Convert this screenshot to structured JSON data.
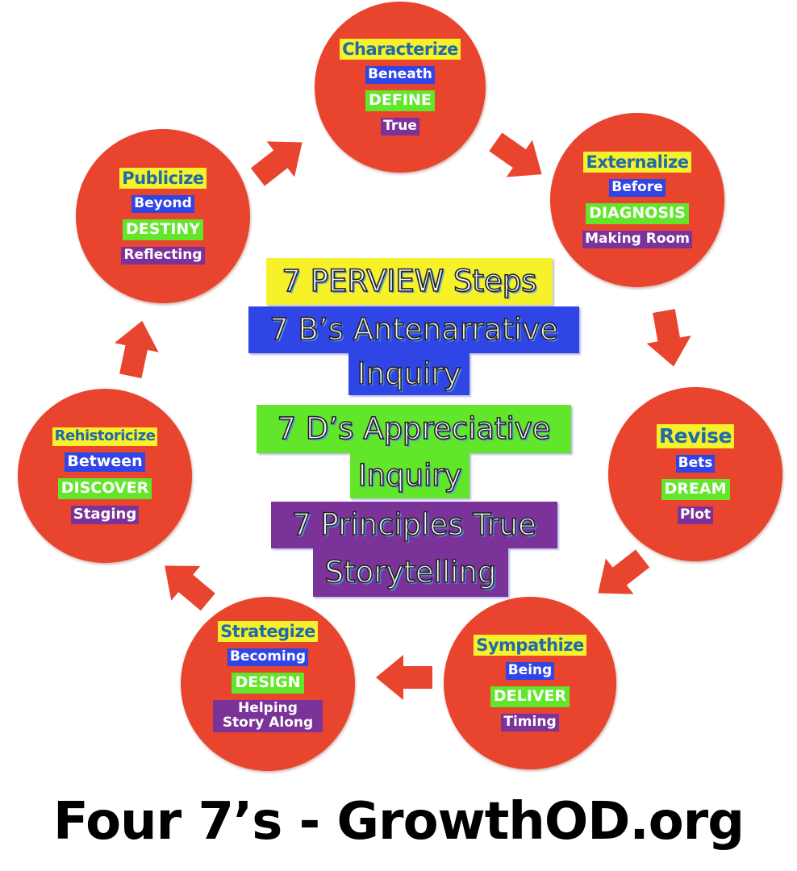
{
  "colors": {
    "circle": "#e8442e",
    "arrow": "#e8442e",
    "title_bg": "#f7f12a",
    "title_text": "#1f6aa8",
    "b_bg": "#2f45e6",
    "d_bg": "#62e62a",
    "p_bg": "#7b3399"
  },
  "nodes": [
    {
      "title": "Characterize",
      "b": "Beneath",
      "d": "DEFINE",
      "p": "True"
    },
    {
      "title": "Externalize",
      "b": "Before",
      "d": "DIAGNOSIS",
      "p": "Making Room"
    },
    {
      "title": "Revise",
      "b": "Bets",
      "d": "DREAM",
      "p": "Plot"
    },
    {
      "title": "Sympathize",
      "b": "Being",
      "d": "DELIVER",
      "p": "Timing"
    },
    {
      "title": "Strategize",
      "b": "Becoming",
      "d": "DESIGN",
      "p": "Helping Story Along"
    },
    {
      "title": "Rehistoricize",
      "b": "Between",
      "d": "DISCOVER",
      "p": "Staging"
    },
    {
      "title": "Publicize",
      "b": "Beyond",
      "d": "DESTINY",
      "p": "Reflecting"
    }
  ],
  "center": {
    "line1": "7 PERVIEW Steps",
    "line2a": "7 B’s Antenarrative",
    "line2b": "Inquiry",
    "line3a": "7 D’s Appreciative",
    "line3b": "Inquiry",
    "line4a": "7 Principles True",
    "line4b": "Storytelling"
  },
  "arrows": [
    {
      "from": "Publicize",
      "to": "Characterize",
      "direction": "up-right"
    },
    {
      "from": "Characterize",
      "to": "Externalize",
      "direction": "down-right"
    },
    {
      "from": "Externalize",
      "to": "Revise",
      "direction": "down"
    },
    {
      "from": "Revise",
      "to": "Sympathize",
      "direction": "down-left"
    },
    {
      "from": "Sympathize",
      "to": "Strategize",
      "direction": "left"
    },
    {
      "from": "Strategize",
      "to": "Rehistoricize",
      "direction": "up-left"
    },
    {
      "from": "Rehistoricize",
      "to": "Publicize",
      "direction": "up"
    }
  ],
  "footer": {
    "text": "Four 7’s - GrowthOD.org"
  }
}
